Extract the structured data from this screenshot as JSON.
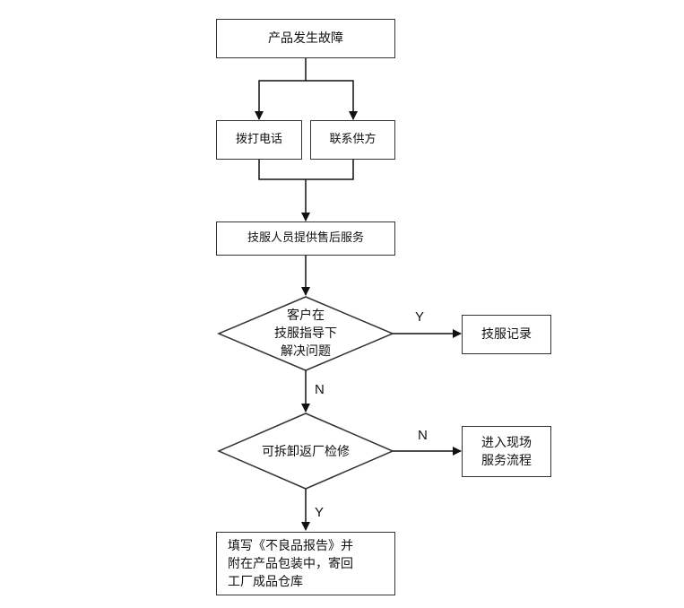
{
  "nodes": {
    "fault": "产品发生故障",
    "call": "拨打电话",
    "contact": "联系供方",
    "service": "技服人员提供售后服务",
    "decision1": [
      "客户在",
      "技服指导下",
      "解决问题"
    ],
    "record": "技服记录",
    "decision2": "可拆卸返厂检修",
    "onsite": [
      "进入现场",
      "服务流程"
    ],
    "report": [
      "填写《不良品报告》并",
      "附在产品包装中，寄回",
      "工厂成品仓库"
    ]
  },
  "labels": {
    "yes1": "Y",
    "no1": "N",
    "no2": "N",
    "yes2": "Y"
  }
}
